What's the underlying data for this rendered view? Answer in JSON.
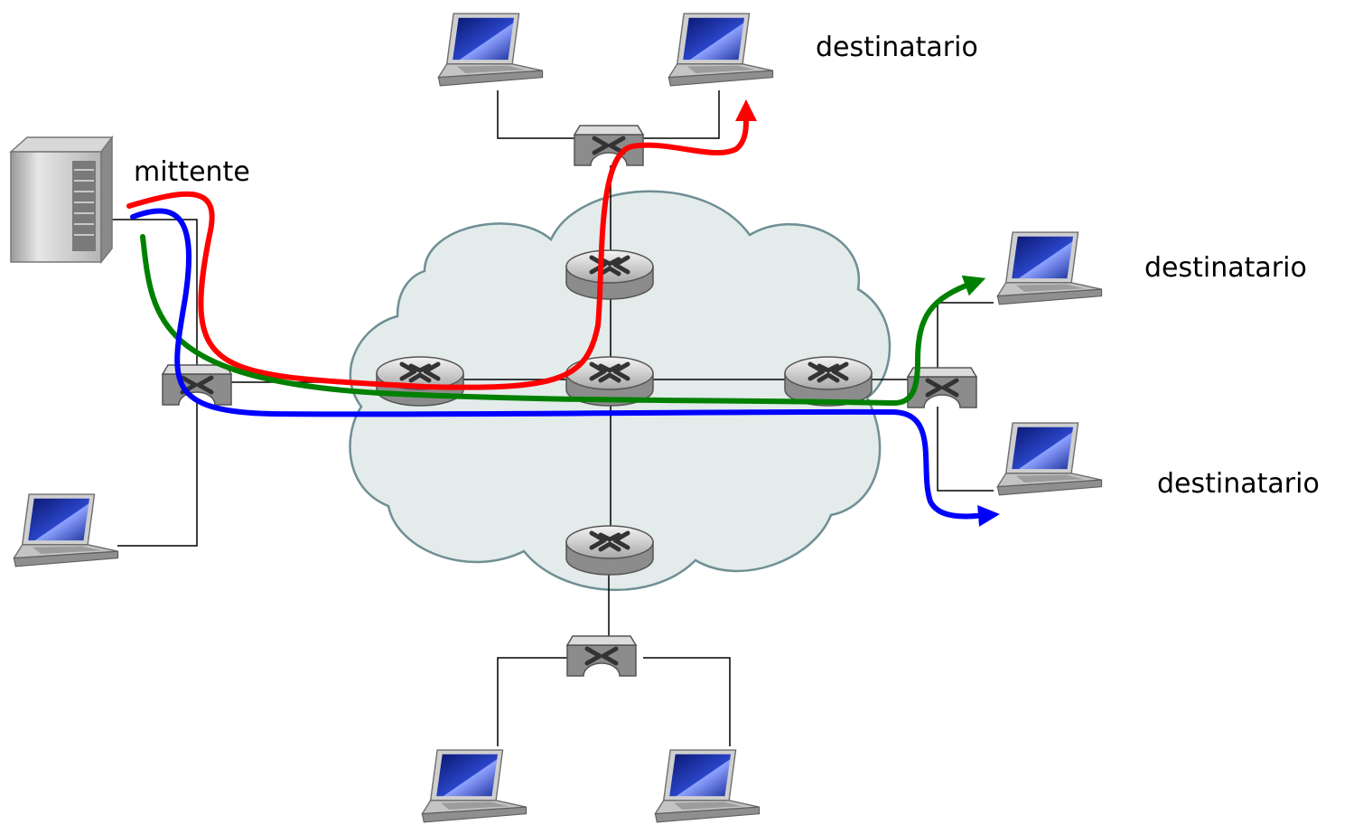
{
  "labels": {
    "sender": "mittente",
    "receiver_top": "destinatario",
    "receiver_right_upper": "destinatario",
    "receiver_right_lower": "destinatario"
  },
  "colors": {
    "path_red": "#ff0000",
    "path_green": "#008000",
    "path_blue": "#0000ff",
    "cloud_fill": "#e3ebeb",
    "cloud_stroke": "#6f8f94",
    "screen": "#1b2f9e",
    "link": "#000000"
  },
  "icons": {
    "server": "server-icon",
    "laptop": "laptop-icon",
    "router": "router-icon",
    "switch": "switch-icon"
  }
}
